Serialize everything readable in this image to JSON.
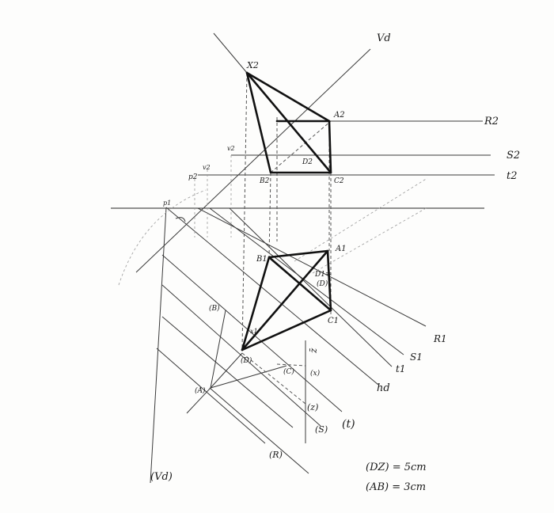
{
  "labels": {
    "vd_top": "Vd",
    "x2": "X2",
    "a2": "A2",
    "b2": "B2",
    "c2": "C2",
    "d2": "D2",
    "r2": "R2",
    "s2": "S2",
    "t2": "t2",
    "p2": "p2",
    "v2": "v2",
    "v2b": "v2",
    "p1": "p1",
    "a1": "A1",
    "b1": "B1",
    "c1": "C1",
    "d1": "D1=",
    "d_paren": "(D)",
    "x1": "x1",
    "r1": "R1",
    "s1": "S1",
    "t1": "t1",
    "hd": "hd",
    "b_paren": "(B)",
    "a_paren": "(A)",
    "c_paren": "(C)",
    "x_paren": "(x)",
    "z_paren": "(z)",
    "s_paren": "(S)",
    "t_paren": "(t)",
    "r_paren": "(R)",
    "vd_bottom": "(Vd)",
    "z_vert": "z̄"
  },
  "notes": {
    "dz": "(DZ) = 5cm",
    "ab": "(AB) = 3cm"
  }
}
